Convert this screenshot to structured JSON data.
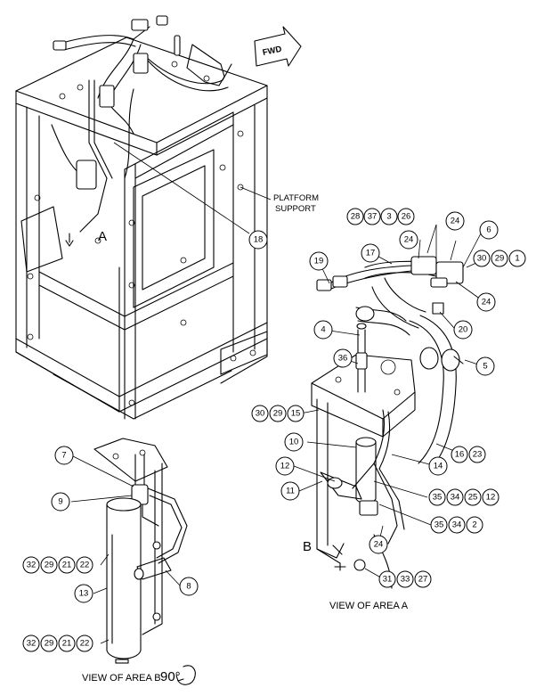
{
  "fwd_label": "FWD",
  "platform_support_line1": "PLATFORM",
  "platform_support_line2": "SUPPORT",
  "area_a_letter": "A",
  "area_b_letter": "B",
  "view_area_a": "VIEW OF AREA  A",
  "view_area_b": "VIEW OF AREA  B",
  "rotation_label": "90°",
  "callouts": {
    "top": [
      "18"
    ],
    "area_a": [
      "28",
      "37",
      "3",
      "26",
      "24",
      "24",
      "6",
      "30",
      "29",
      "1",
      "19",
      "17",
      "24",
      "20",
      "4",
      "5",
      "36",
      "30",
      "29",
      "15",
      "10",
      "16",
      "23",
      "14",
      "12",
      "35",
      "34",
      "25",
      "12",
      "11",
      "35",
      "34",
      "2",
      "24",
      "31",
      "33",
      "27"
    ],
    "area_b": [
      "7",
      "9",
      "32",
      "29",
      "21",
      "22",
      "8",
      "13",
      "32",
      "29",
      "21",
      "22"
    ]
  }
}
